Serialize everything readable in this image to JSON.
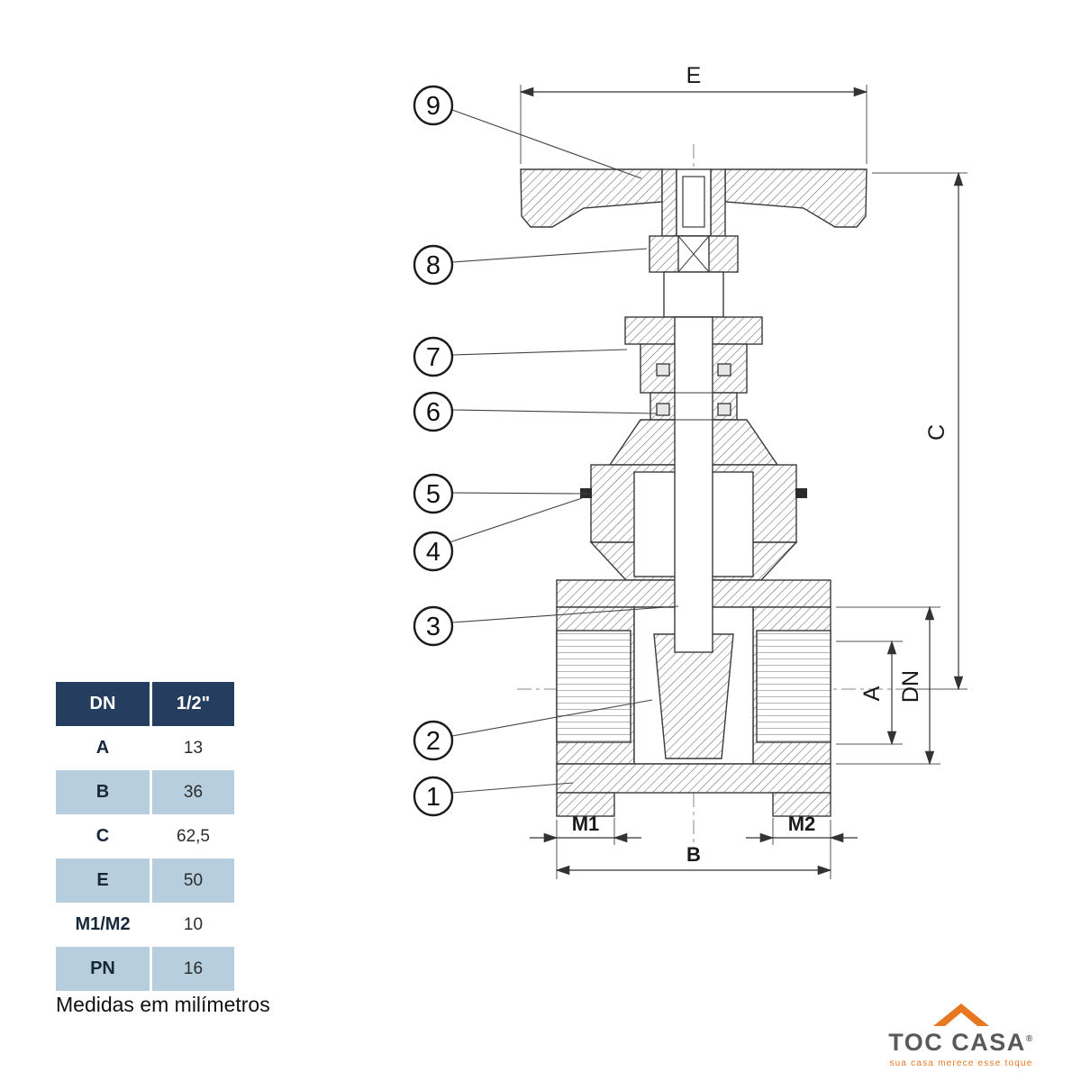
{
  "diagram": {
    "balloons": [
      "9",
      "8",
      "7",
      "6",
      "5",
      "4",
      "3",
      "2",
      "1"
    ],
    "dim_labels": {
      "e": "E",
      "c": "C",
      "a": "A",
      "dn": "DN",
      "m1": "M1",
      "m2": "M2",
      "b": "B"
    }
  },
  "table": {
    "header": {
      "label": "DN",
      "value": "1/2\""
    },
    "rows": [
      {
        "label": "A",
        "value": "13"
      },
      {
        "label": "B",
        "value": "36"
      },
      {
        "label": "C",
        "value": "62,5"
      },
      {
        "label": "E",
        "value": "50"
      },
      {
        "label": "M1/M2",
        "value": "10"
      },
      {
        "label": "PN",
        "value": "16"
      }
    ]
  },
  "caption": "Medidas em milímetros",
  "logo": {
    "brand": "TOC CASA",
    "registered": "®",
    "tagline": "sua casa merece esse toque"
  },
  "colors": {
    "header_bg": "#253d5f",
    "row_alt_bg": "#b6cede",
    "accent": "#e87722",
    "line": "#3a3a3a"
  }
}
